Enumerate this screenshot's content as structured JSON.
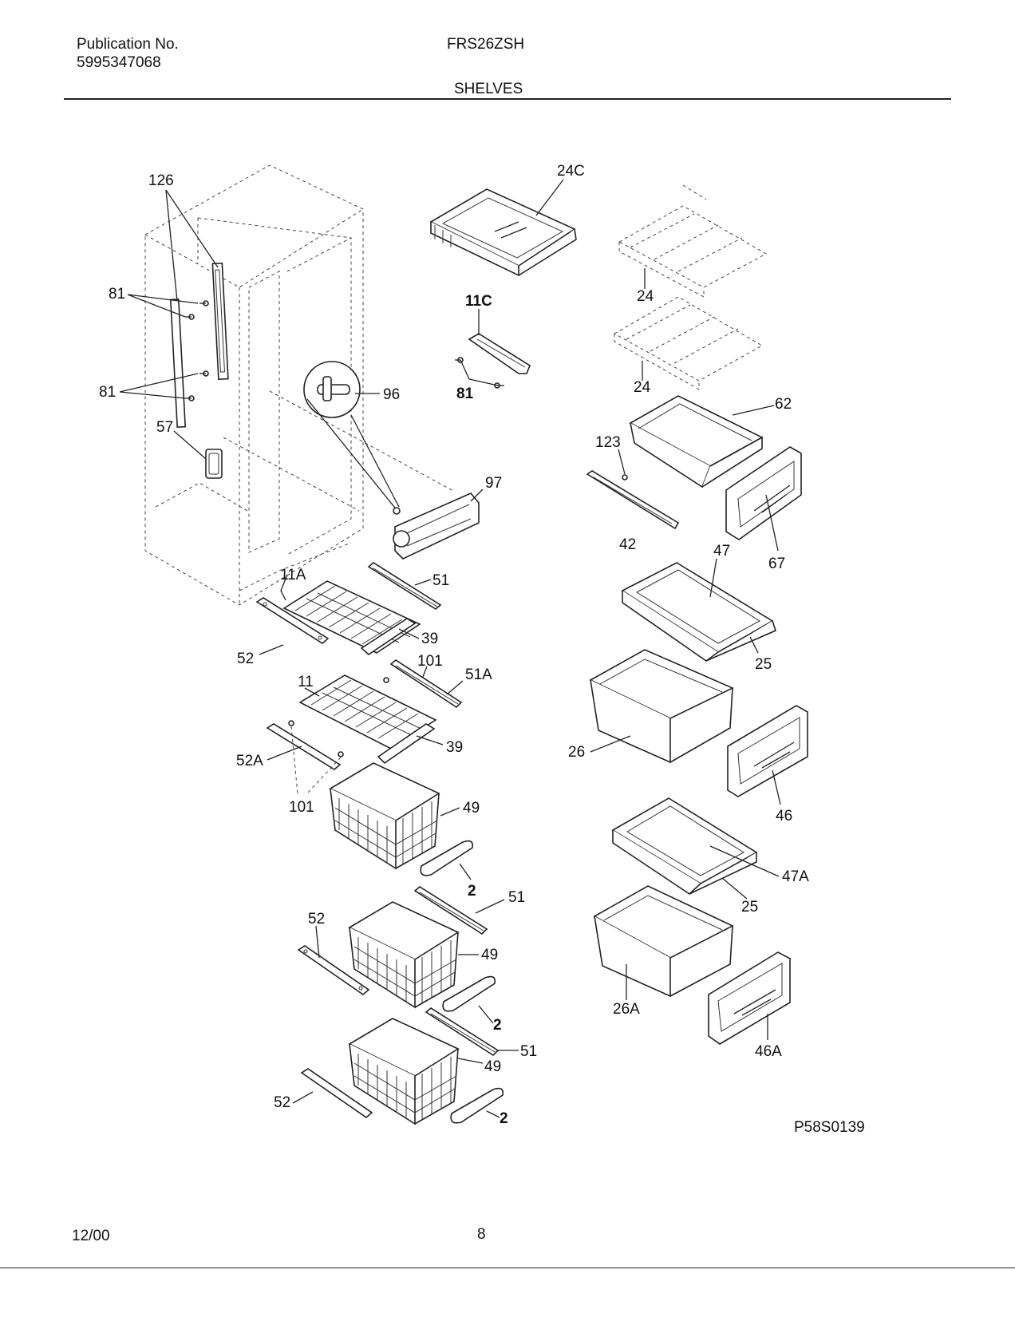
{
  "header": {
    "publication_label": "Publication No.",
    "publication_number": "5995347068",
    "model": "FRS26ZSH",
    "section": "SHELVES"
  },
  "diagram": {
    "callouts": {
      "c126": "126",
      "c81a": "81",
      "c81b": "81",
      "c57": "57",
      "c96": "96",
      "c97": "97",
      "c24c": "24C",
      "c11c": "11C",
      "c81c": "81",
      "c24a": "24",
      "c24b": "24",
      "c62": "62",
      "c123": "123",
      "c42": "42",
      "c67": "67",
      "c47": "47",
      "c25a": "25",
      "c11a": "11A",
      "c51a": "51",
      "c39a": "39",
      "c52a": "52",
      "c101a": "101",
      "c51A": "51A",
      "c11": "11",
      "c39b": "39",
      "c52A": "52A",
      "c101b": "101",
      "c26": "26",
      "c46": "46",
      "c49a": "49",
      "c2a": "2",
      "c47A": "47A",
      "c25b": "25",
      "c51b": "51",
      "c52b": "52",
      "c49b": "49",
      "c26A": "26A",
      "c2b": "2",
      "c46A": "46A",
      "c51c": "51",
      "c49c": "49",
      "c52c": "52",
      "c2c": "2"
    },
    "figure_code": "P58S0139"
  },
  "footer": {
    "date": "12/00",
    "page": "8"
  }
}
